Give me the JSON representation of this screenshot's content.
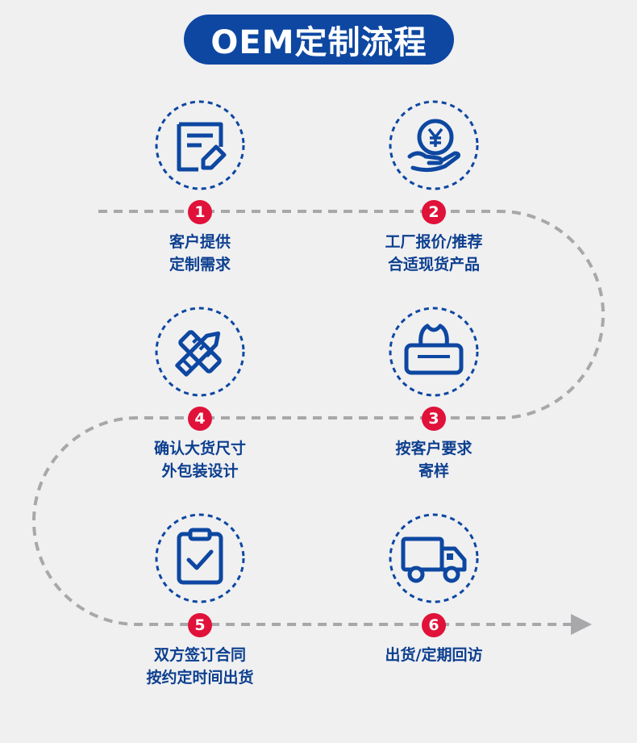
{
  "title": "OEM定制流程",
  "colors": {
    "brand_blue": "#0d47a1",
    "badge_red": "#e0123a",
    "path_gray": "#a8a8ab",
    "text_blue": "#0d3f8f"
  },
  "steps": [
    {
      "number": "1",
      "icon": "requirement-form-icon",
      "line1": "客户提供",
      "line2": "定制需求"
    },
    {
      "number": "2",
      "icon": "yuan-hand-icon",
      "line1": "工厂报价/推荐",
      "line2": "合适现货产品"
    },
    {
      "number": "3",
      "icon": "tissue-box-icon",
      "line1": "按客户要求",
      "line2": "寄样"
    },
    {
      "number": "4",
      "icon": "pencil-ruler-icon",
      "line1": "确认大货尺寸",
      "line2": "外包装设计"
    },
    {
      "number": "5",
      "icon": "clipboard-check-icon",
      "line1": "双方签订合同",
      "line2": "按约定时间出货"
    },
    {
      "number": "6",
      "icon": "delivery-truck-icon",
      "line1": "出货/定期回访",
      "line2": ""
    }
  ]
}
